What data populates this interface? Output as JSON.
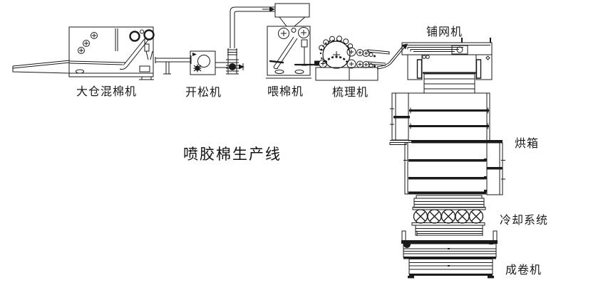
{
  "diagram": {
    "title": "喷胶棉生产线",
    "machines": [
      {
        "id": "mixer",
        "label": "大仓混棉机"
      },
      {
        "id": "opener",
        "label": "开松机"
      },
      {
        "id": "feeder",
        "label": "喂棉机"
      },
      {
        "id": "carding",
        "label": "梳理机"
      },
      {
        "id": "lapper",
        "label": "铺网机"
      },
      {
        "id": "oven",
        "label": "烘箱"
      },
      {
        "id": "cooling",
        "label": "冷却系统"
      },
      {
        "id": "winder",
        "label": "成卷机"
      }
    ],
    "colors": {
      "line": "#1a1a1a",
      "background": "#ffffff"
    }
  }
}
